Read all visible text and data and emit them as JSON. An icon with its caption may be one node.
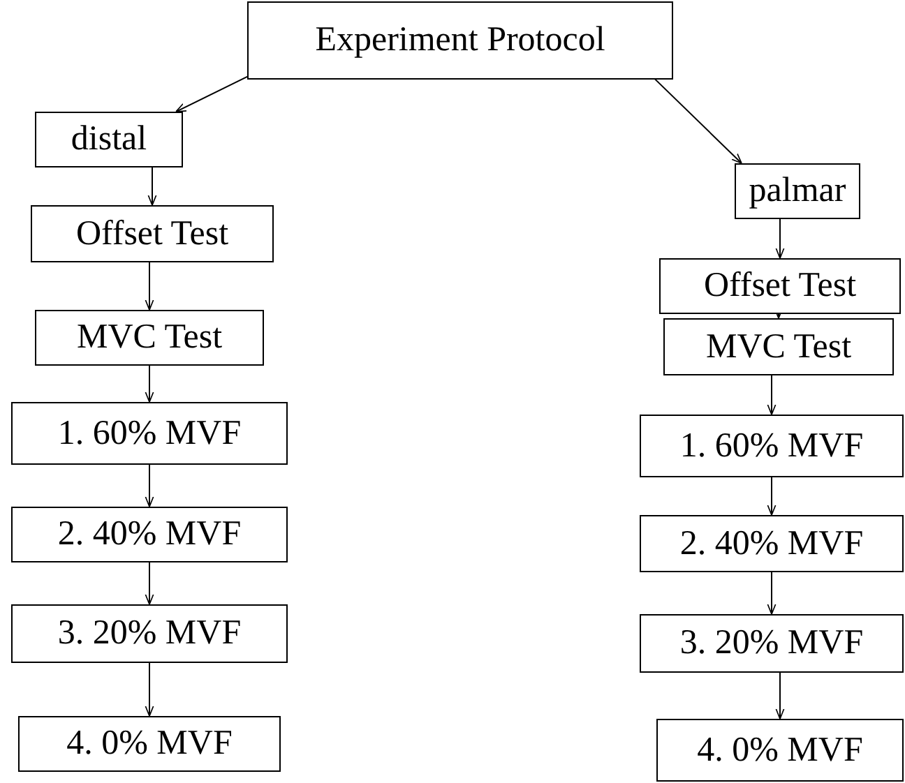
{
  "diagram": {
    "nodes": [
      {
        "text": [
          "Experiment Protocol"
        ]
      },
      {
        "text": [
          "distal"
        ]
      },
      {
        "text": [
          "palmar"
        ]
      },
      {
        "text": [
          "Offset Test"
        ]
      },
      {
        "text": [
          "MVC Test"
        ]
      },
      {
        "text": [
          "1. 60% MVF"
        ]
      },
      {
        "text": [
          "2. 40% MVF"
        ]
      },
      {
        "text": [
          "3. 20% MVF"
        ]
      },
      {
        "text": [
          "4. 0% MVF"
        ]
      },
      {
        "text": [
          "Offset Test"
        ]
      },
      {
        "text": [
          "MVC Test"
        ]
      },
      {
        "text": [
          "1. 60% MVF"
        ]
      },
      {
        "text": [
          "2. 40% MVF"
        ]
      },
      {
        "text": [
          "3. 20% MVF"
        ]
      },
      {
        "text": [
          "4. 0% MVF"
        ]
      }
    ],
    "edges": [
      {
        "from": 0,
        "to": 1,
        "arrow": "to"
      },
      {
        "from": 0,
        "to": 2,
        "arrow": "to"
      },
      {
        "from": 1,
        "to": 3,
        "arrow": "to"
      },
      {
        "from": 3,
        "to": 4,
        "arrow": "to"
      },
      {
        "from": 4,
        "to": 5,
        "arrow": "to"
      },
      {
        "from": 5,
        "to": 6,
        "arrow": "to"
      },
      {
        "from": 6,
        "to": 7,
        "arrow": "to"
      },
      {
        "from": 7,
        "to": 8,
        "arrow": "to"
      },
      {
        "from": 2,
        "to": 9,
        "arrow": "to"
      },
      {
        "from": 9,
        "to": 10,
        "arrow": "to"
      },
      {
        "from": 10,
        "to": 11,
        "arrow": "to"
      },
      {
        "from": 11,
        "to": 12,
        "arrow": "to"
      },
      {
        "from": 12,
        "to": 13,
        "arrow": "to"
      },
      {
        "from": 13,
        "to": 14,
        "arrow": "to"
      }
    ]
  }
}
